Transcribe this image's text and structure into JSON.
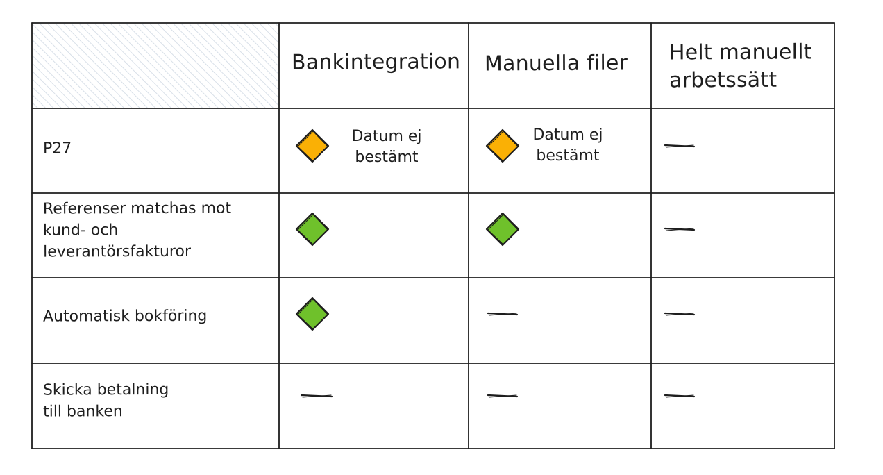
{
  "table": {
    "columns": [
      {
        "label": "Bankintegration"
      },
      {
        "label": "Manuella filer"
      },
      {
        "label": "Helt manuellt\narbetssätt"
      }
    ],
    "rows": [
      {
        "label": "P27",
        "cells": [
          {
            "status": "orange",
            "note": "Datum ej\nbestämt"
          },
          {
            "status": "orange",
            "note": "Datum ej\nbestämt"
          },
          {
            "status": "none"
          }
        ]
      },
      {
        "label": "Referenser matchas mot\nkund- och\nleverantörsfakturor",
        "cells": [
          {
            "status": "green"
          },
          {
            "status": "green"
          },
          {
            "status": "none"
          }
        ]
      },
      {
        "label": "Automatisk bokföring",
        "cells": [
          {
            "status": "green"
          },
          {
            "status": "none"
          },
          {
            "status": "none"
          }
        ]
      },
      {
        "label": "Skicka betalning\ntill banken",
        "cells": [
          {
            "status": "none"
          },
          {
            "status": "none"
          },
          {
            "status": "none"
          }
        ]
      }
    ]
  },
  "colors": {
    "stroke": "#1e1e1e",
    "orange": "#fab005",
    "green": "#6fc12b",
    "hatch": "#a5d8ff"
  }
}
